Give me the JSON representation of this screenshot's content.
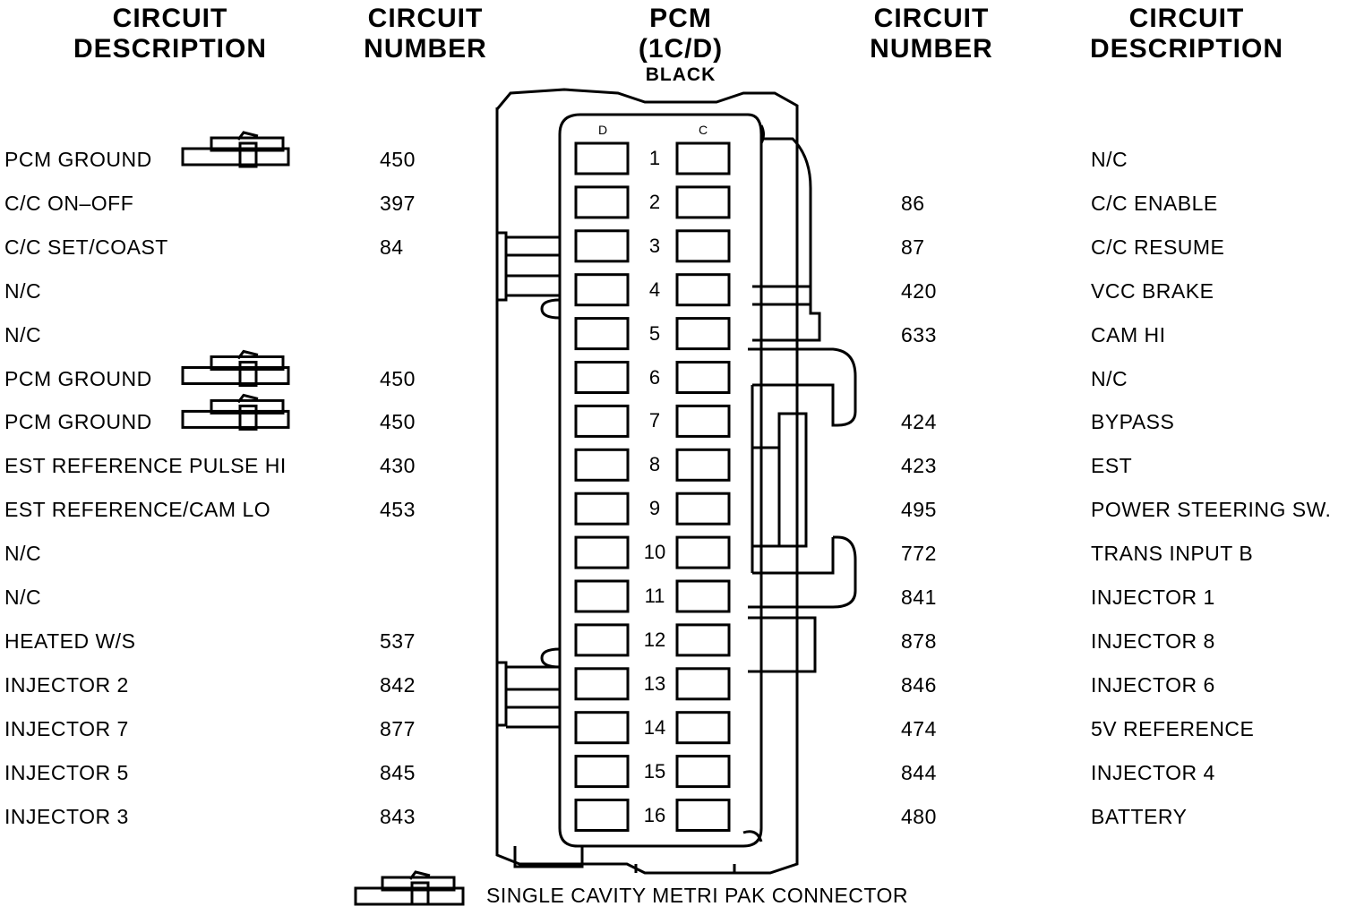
{
  "headers": {
    "left_desc": [
      "CIRCUIT",
      "DESCRIPTION"
    ],
    "left_num": [
      "CIRCUIT",
      "NUMBER"
    ],
    "pcm": [
      "PCM",
      "(1C/D)",
      "BLACK"
    ],
    "right_num": [
      "CIRCUIT",
      "NUMBER"
    ],
    "right_desc": [
      "CIRCUIT",
      "DESCRIPTION"
    ]
  },
  "cavity_labels": {
    "left": "D",
    "right": "C"
  },
  "rows": [
    {
      "pin": "1",
      "left_desc": "PCM GROUND",
      "left_num": "450",
      "right_num": "",
      "right_desc": "N/C",
      "left_symbol": true
    },
    {
      "pin": "2",
      "left_desc": "C/C ON–OFF",
      "left_num": "397",
      "right_num": "86",
      "right_desc": "C/C ENABLE",
      "left_symbol": false
    },
    {
      "pin": "3",
      "left_desc": "C/C SET/COAST",
      "left_num": "84",
      "right_num": "87",
      "right_desc": "C/C RESUME",
      "left_symbol": false
    },
    {
      "pin": "4",
      "left_desc": "N/C",
      "left_num": "",
      "right_num": "420",
      "right_desc": "VCC BRAKE",
      "left_symbol": false
    },
    {
      "pin": "5",
      "left_desc": "N/C",
      "left_num": "",
      "right_num": "633",
      "right_desc": "CAM HI",
      "left_symbol": false
    },
    {
      "pin": "6",
      "left_desc": "PCM GROUND",
      "left_num": "450",
      "right_num": "",
      "right_desc": "N/C",
      "left_symbol": true
    },
    {
      "pin": "7",
      "left_desc": "PCM GROUND",
      "left_num": "450",
      "right_num": "424",
      "right_desc": "BYPASS",
      "left_symbol": true
    },
    {
      "pin": "8",
      "left_desc": "EST REFERENCE PULSE HI",
      "left_num": "430",
      "right_num": "423",
      "right_desc": "EST",
      "left_symbol": false
    },
    {
      "pin": "9",
      "left_desc": "EST REFERENCE/CAM LO",
      "left_num": "453",
      "right_num": "495",
      "right_desc": "POWER STEERING SW.",
      "left_symbol": false
    },
    {
      "pin": "10",
      "left_desc": "N/C",
      "left_num": "",
      "right_num": "772",
      "right_desc": "TRANS INPUT B",
      "left_symbol": false
    },
    {
      "pin": "11",
      "left_desc": "N/C",
      "left_num": "",
      "right_num": "841",
      "right_desc": "INJECTOR 1",
      "left_symbol": false
    },
    {
      "pin": "12",
      "left_desc": "HEATED W/S",
      "left_num": "537",
      "right_num": "878",
      "right_desc": "INJECTOR 8",
      "left_symbol": false
    },
    {
      "pin": "13",
      "left_desc": "INJECTOR 2",
      "left_num": "842",
      "right_num": "846",
      "right_desc": "INJECTOR 6",
      "left_symbol": false
    },
    {
      "pin": "14",
      "left_desc": "INJECTOR 7",
      "left_num": "877",
      "right_num": "474",
      "right_desc": "5V REFERENCE",
      "left_symbol": false
    },
    {
      "pin": "15",
      "left_desc": "INJECTOR 5",
      "left_num": "845",
      "right_num": "844",
      "right_desc": "INJECTOR 4",
      "left_symbol": false
    },
    {
      "pin": "16",
      "left_desc": "INJECTOR 3",
      "left_num": "843",
      "right_num": "480",
      "right_desc": "BATTERY",
      "left_symbol": false
    }
  ],
  "legend": {
    "icon": "metri-pak-connector-icon",
    "text": "SINGLE CAVITY METRI PAK CONNECTOR"
  }
}
